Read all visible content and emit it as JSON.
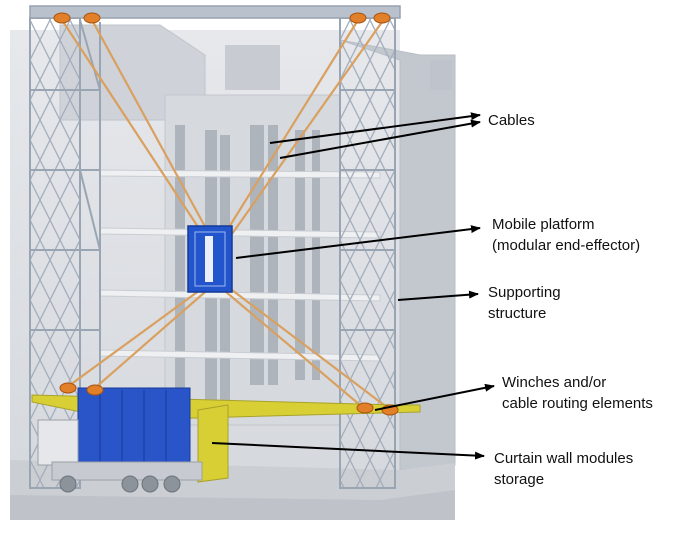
{
  "labels": {
    "cables": [
      "Cables"
    ],
    "platform": [
      "Mobile platform",
      "(modular end-effector)"
    ],
    "structure": [
      "Supporting",
      "structure"
    ],
    "winches": [
      "Winches and/or",
      "cable routing elements"
    ],
    "storage": [
      "Curtain wall modules",
      "storage"
    ]
  },
  "colors": {
    "cable": "#d9a060",
    "platform": "#2255cc",
    "storage": "#2a55c8",
    "storage_yellow": "#d8cf35",
    "winch": "#e2802a",
    "frame": "#9aa5b3",
    "building": "#c9cdd3",
    "arrow": "#000000"
  }
}
